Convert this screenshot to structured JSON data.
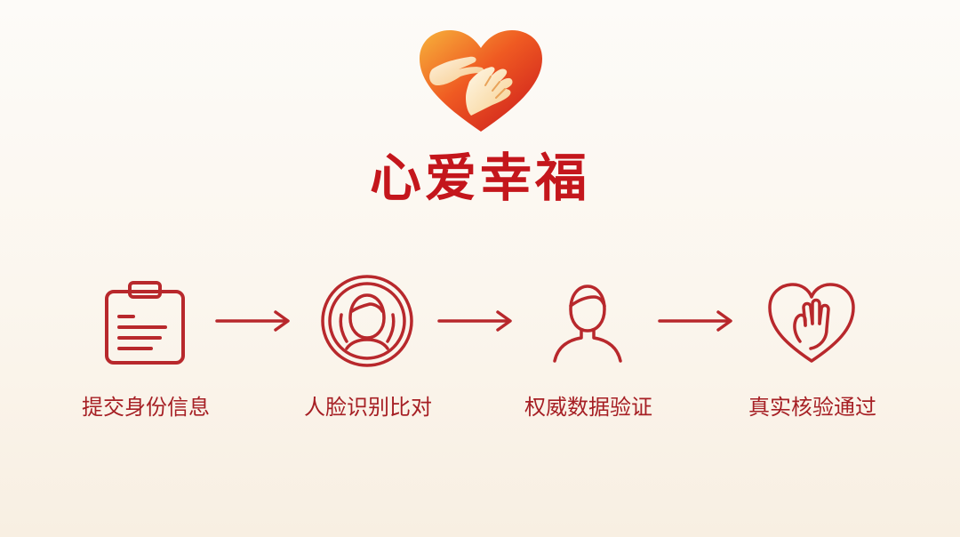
{
  "brand": {
    "title": "心爱幸福"
  },
  "colors": {
    "accent": "#c4161c",
    "line": "#b8282c",
    "background": "#fbf6ee"
  },
  "steps": [
    {
      "label": "提交身份信息",
      "icon": "document-form-icon"
    },
    {
      "label": "人脸识别比对",
      "icon": "face-recognition-icon"
    },
    {
      "label": "权威数据验证",
      "icon": "person-icon"
    },
    {
      "label": "真实核验通过",
      "icon": "heart-hand-icon"
    }
  ],
  "arrows": [
    "arrow-right-icon",
    "arrow-right-icon",
    "arrow-right-icon"
  ]
}
